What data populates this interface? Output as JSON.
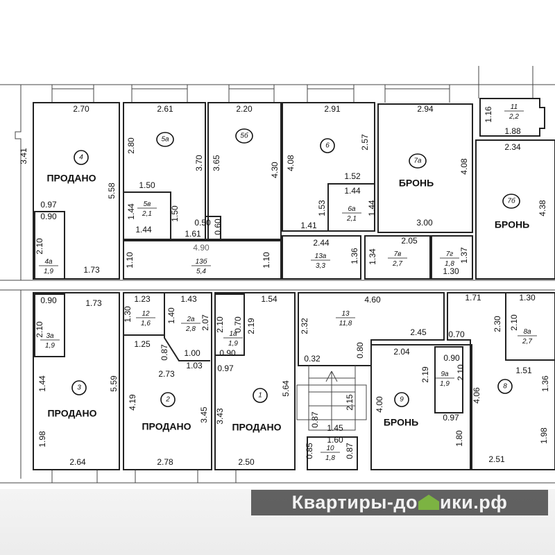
{
  "dimensions": [
    "2.70",
    "3.41",
    "5.58",
    "0.97",
    "0.90",
    "2.10",
    "1.73",
    "2.61",
    "2.80",
    "3.70",
    "1.50",
    "1.44",
    "1.50",
    "1.44",
    "0.50",
    "0.60",
    "1.61",
    "4.90",
    "1.10",
    "1.10",
    "2.20",
    "3.65",
    "4.30",
    "2.91",
    "4.08",
    "2.57",
    "1.52",
    "1.44",
    "1.53",
    "1.44",
    "1.41",
    "2.44",
    "1.36",
    "2.94",
    "4.08",
    "3.00",
    "2.05",
    "1.34",
    "1.37",
    "1.30",
    "1.16",
    "1.88",
    "2.34",
    "4.38",
    "0.90",
    "1.73",
    "2.10",
    "1.44",
    "5.59",
    "1.98",
    "2.64",
    "1.23",
    "1.30",
    "1.25",
    "1.43",
    "1.40",
    "2.07",
    "0.87",
    "1.00",
    "1.03",
    "2.73",
    "4.19",
    "3.45",
    "2.78",
    "2.10",
    "0.70",
    "2.19",
    "0.90",
    "0.97",
    "1.54",
    "3.43",
    "5.64",
    "2.50",
    "4.60",
    "2.32",
    "2.45",
    "0.70",
    "0.80",
    "0.32",
    "2.04",
    "0.90",
    "2.19",
    "2.10",
    "2.15",
    "4.00",
    "0.97",
    "0.87",
    "1.45",
    "1.60",
    "0.85",
    "0.87",
    "1.80",
    "1.71",
    "1.30",
    "2.30",
    "2.10",
    "1.51",
    "1.36",
    "4.06",
    "1.98",
    "2.51"
  ],
  "apartments": [
    "4",
    "5а",
    "5б",
    "6",
    "7а",
    "7б",
    "3",
    "2",
    "1",
    "9",
    "8"
  ],
  "statuses": [
    "ПРОДАНО",
    "ПРОДАНО",
    "ПРОДАНО",
    "ПРОДАНО",
    "БРОНЬ",
    "БРОНЬ",
    "БРОНЬ"
  ],
  "rooms": [
    {
      "id": "4а",
      "area": "1,9"
    },
    {
      "id": "5в",
      "area": "2,1"
    },
    {
      "id": "13б",
      "area": "5,4"
    },
    {
      "id": "13а",
      "area": "3,3"
    },
    {
      "id": "6а",
      "area": "2,1"
    },
    {
      "id": "7в",
      "area": "2,7"
    },
    {
      "id": "7г",
      "area": "1,8"
    },
    {
      "id": "11",
      "area": "2,2"
    },
    {
      "id": "3а",
      "area": "1,9"
    },
    {
      "id": "12",
      "area": "1,6"
    },
    {
      "id": "2а",
      "area": "2,8"
    },
    {
      "id": "1а",
      "area": "1,9"
    },
    {
      "id": "13",
      "area": "11,8"
    },
    {
      "id": "9а",
      "area": "1,9"
    },
    {
      "id": "8а",
      "area": "2,7"
    },
    {
      "id": "10",
      "area": "1,8"
    }
  ],
  "watermark": {
    "before": "Квартиры-до",
    "after": "ики.рф"
  }
}
